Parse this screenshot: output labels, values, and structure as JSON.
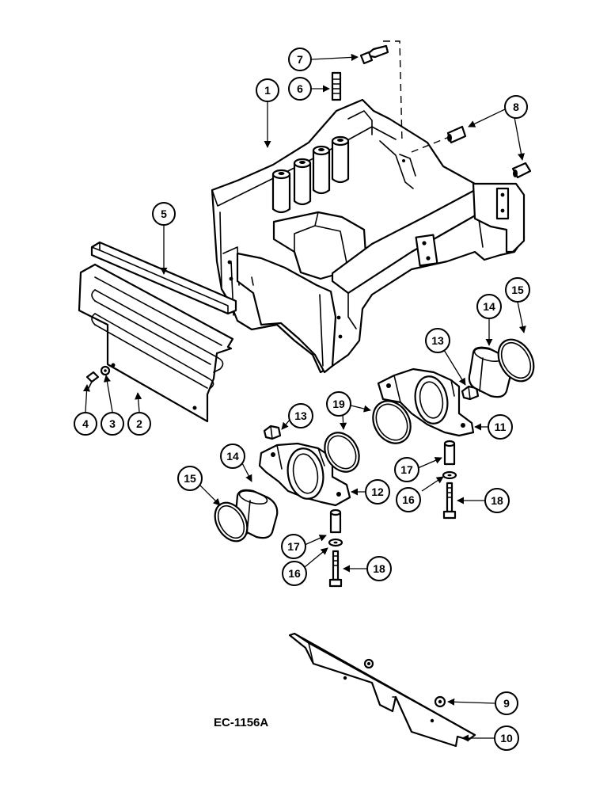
{
  "drawing_code": "EC-1156A",
  "callouts": [
    {
      "id": "c1",
      "label": "1"
    },
    {
      "id": "c2",
      "label": "2"
    },
    {
      "id": "c3",
      "label": "3"
    },
    {
      "id": "c4",
      "label": "4"
    },
    {
      "id": "c5",
      "label": "5"
    },
    {
      "id": "c6",
      "label": "6"
    },
    {
      "id": "c7",
      "label": "7"
    },
    {
      "id": "c8",
      "label": "8"
    },
    {
      "id": "c9",
      "label": "9"
    },
    {
      "id": "c10",
      "label": "10"
    },
    {
      "id": "c11",
      "label": "11"
    },
    {
      "id": "c12",
      "label": "12"
    },
    {
      "id": "c13a",
      "label": "13"
    },
    {
      "id": "c13b",
      "label": "13"
    },
    {
      "id": "c14a",
      "label": "14"
    },
    {
      "id": "c14b",
      "label": "14"
    },
    {
      "id": "c15a",
      "label": "15"
    },
    {
      "id": "c15b",
      "label": "15"
    },
    {
      "id": "c16a",
      "label": "16"
    },
    {
      "id": "c16b",
      "label": "16"
    },
    {
      "id": "c17a",
      "label": "17"
    },
    {
      "id": "c17b",
      "label": "17"
    },
    {
      "id": "c18a",
      "label": "18"
    },
    {
      "id": "c18b",
      "label": "18"
    },
    {
      "id": "c19",
      "label": "19"
    }
  ]
}
